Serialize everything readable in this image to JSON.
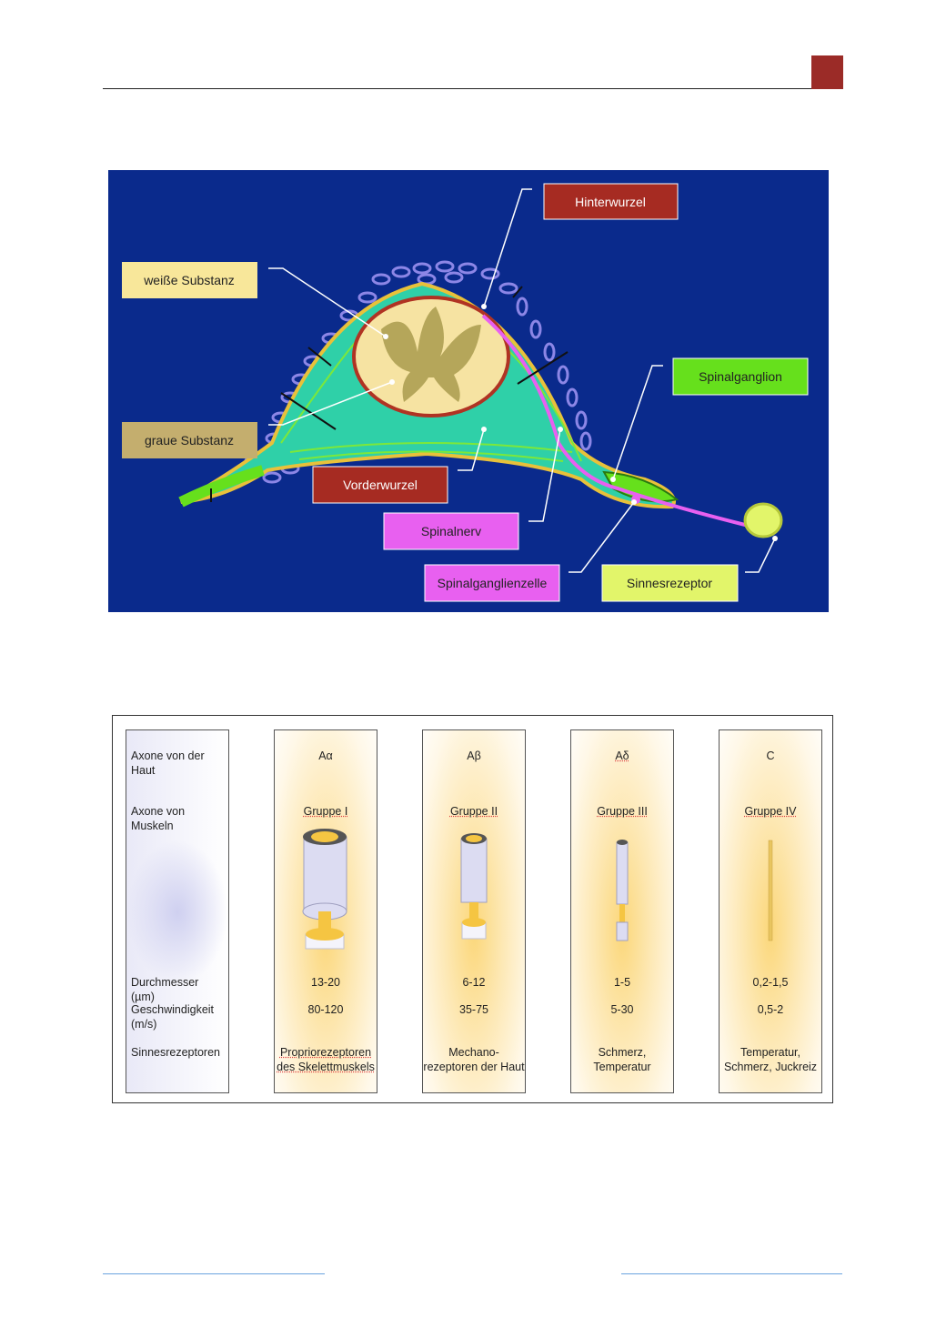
{
  "diagram": {
    "labels": {
      "hinterwurzel": "Hinterwurzel",
      "weisse_substanz": "weiße Substanz",
      "spinalganglion": "Spinalganglion",
      "graue_substanz": "graue Substanz",
      "vorderwurzel": "Vorderwurzel",
      "spinalnerv": "Spinalnerv",
      "spinalganglienzelle": "Spinalganglienzelle",
      "sinnesrezeptor": "Sinnesrezeptor"
    },
    "colors": {
      "background": "#0a2a8c",
      "red_label": "#a62b22",
      "yellow_label": "#f8e79a",
      "olive_label": "#c4ae6e",
      "green_label": "#66e01c",
      "magenta_label": "#e860f0",
      "lime_label": "#e2f56a"
    }
  },
  "table": {
    "row_labels": {
      "haut": "Axone von der Haut",
      "muskeln": "Axone von Muskeln",
      "durchmesser": "Durchmesser (µm)",
      "geschwindigkeit": "Geschwindigkeit (m/s)",
      "rezeptoren": "Sinnesrezeptoren"
    },
    "columns": [
      {
        "haut": "Aα",
        "muskeln": "Gruppe I",
        "durchmesser": "13-20",
        "geschwindigkeit": "80-120",
        "rezeptoren": "Propriorezeptoren des Skelettmuskels"
      },
      {
        "haut": "Aβ",
        "muskeln": "Gruppe II",
        "durchmesser": "6-12",
        "geschwindigkeit": "35-75",
        "rezeptoren": "Mechano-rezeptoren der Haut"
      },
      {
        "haut": "Aδ",
        "muskeln": "Gruppe III",
        "durchmesser": "1-5",
        "geschwindigkeit": "5-30",
        "rezeptoren": "Schmerz, Temperatur"
      },
      {
        "haut": "C",
        "muskeln": "Gruppe IV",
        "durchmesser": "0,2-1,5",
        "geschwindigkeit": "0,5-2",
        "rezeptoren": "Temperatur, Schmerz, Juckreiz"
      }
    ]
  }
}
